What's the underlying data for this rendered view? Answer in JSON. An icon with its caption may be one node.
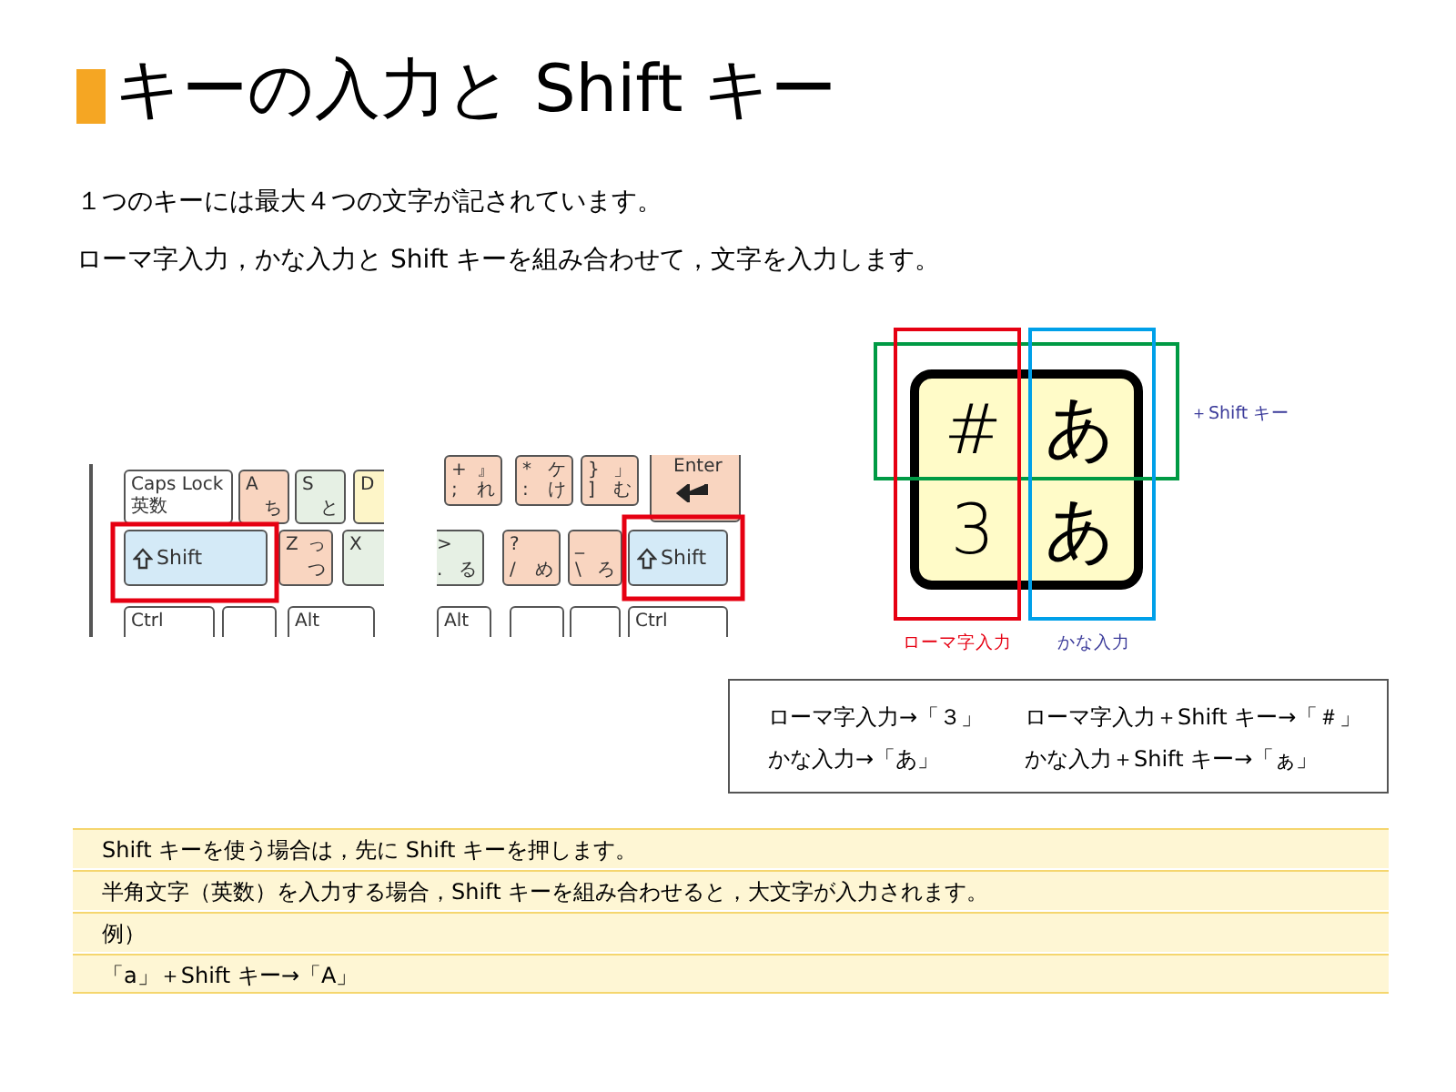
{
  "diagram": {
    "title": "キーの入力と Shift キー",
    "nodes": [
      {
        "text": [
          "Caps Lock",
          "英数"
        ]
      },
      {
        "text": [
          "A",
          "ち"
        ]
      },
      {
        "text": [
          "S",
          "と"
        ]
      },
      {
        "text": [
          "D"
        ]
      },
      {
        "text": [
          "Shift"
        ]
      },
      {
        "text": [
          "Z",
          "っ",
          "つ"
        ]
      },
      {
        "text": [
          "X"
        ]
      },
      {
        "text": [
          "Ctrl"
        ]
      },
      {
        "text": [],
        "shape": "box"
      },
      {
        "text": [
          "Alt"
        ]
      },
      {
        "text": [
          "+",
          "』",
          ";",
          "れ"
        ]
      },
      {
        "text": [
          "*",
          "ケ",
          ":",
          "け"
        ]
      },
      {
        "text": [
          "}",
          "」",
          "]",
          "む"
        ]
      },
      {
        "text": [
          "Enter"
        ]
      },
      {
        "text": [
          ">",
          ".",
          "る"
        ]
      },
      {
        "text": [
          "?",
          "/",
          "め"
        ]
      },
      {
        "text": [
          "_",
          "\\",
          "ろ"
        ]
      },
      {
        "text": [
          "Shift"
        ]
      },
      {
        "text": [
          "Alt"
        ]
      },
      {
        "text": [],
        "shape": "box"
      },
      {
        "text": [],
        "shape": "box"
      },
      {
        "text": [
          "Ctrl"
        ]
      },
      {
        "text": [
          "#",
          "あ",
          "3",
          "あ"
        ]
      },
      {
        "text": [
          "ローマ字入力→「３」",
          "ローマ字入力＋Shift キー→「＃」",
          "かな入力→「あ」",
          "かな入力＋Shift キー→「ぁ」"
        ]
      }
    ],
    "labels": [
      "１つのキーには最大４つの文字が記されています。",
      "ローマ字入力，かな入力と Shift キーを組み合わせて，文字を入力します。",
      "＋Shift キー",
      "ローマ字入力",
      "かな入力",
      "Shift キーを使う場合は，先に Shift キーを押します。",
      "半角文字（英数）を入力する場合，Shift キーを組み合わせると，大文字が入力されます。",
      "例）",
      "「a」＋Shift キー→「A」"
    ]
  }
}
